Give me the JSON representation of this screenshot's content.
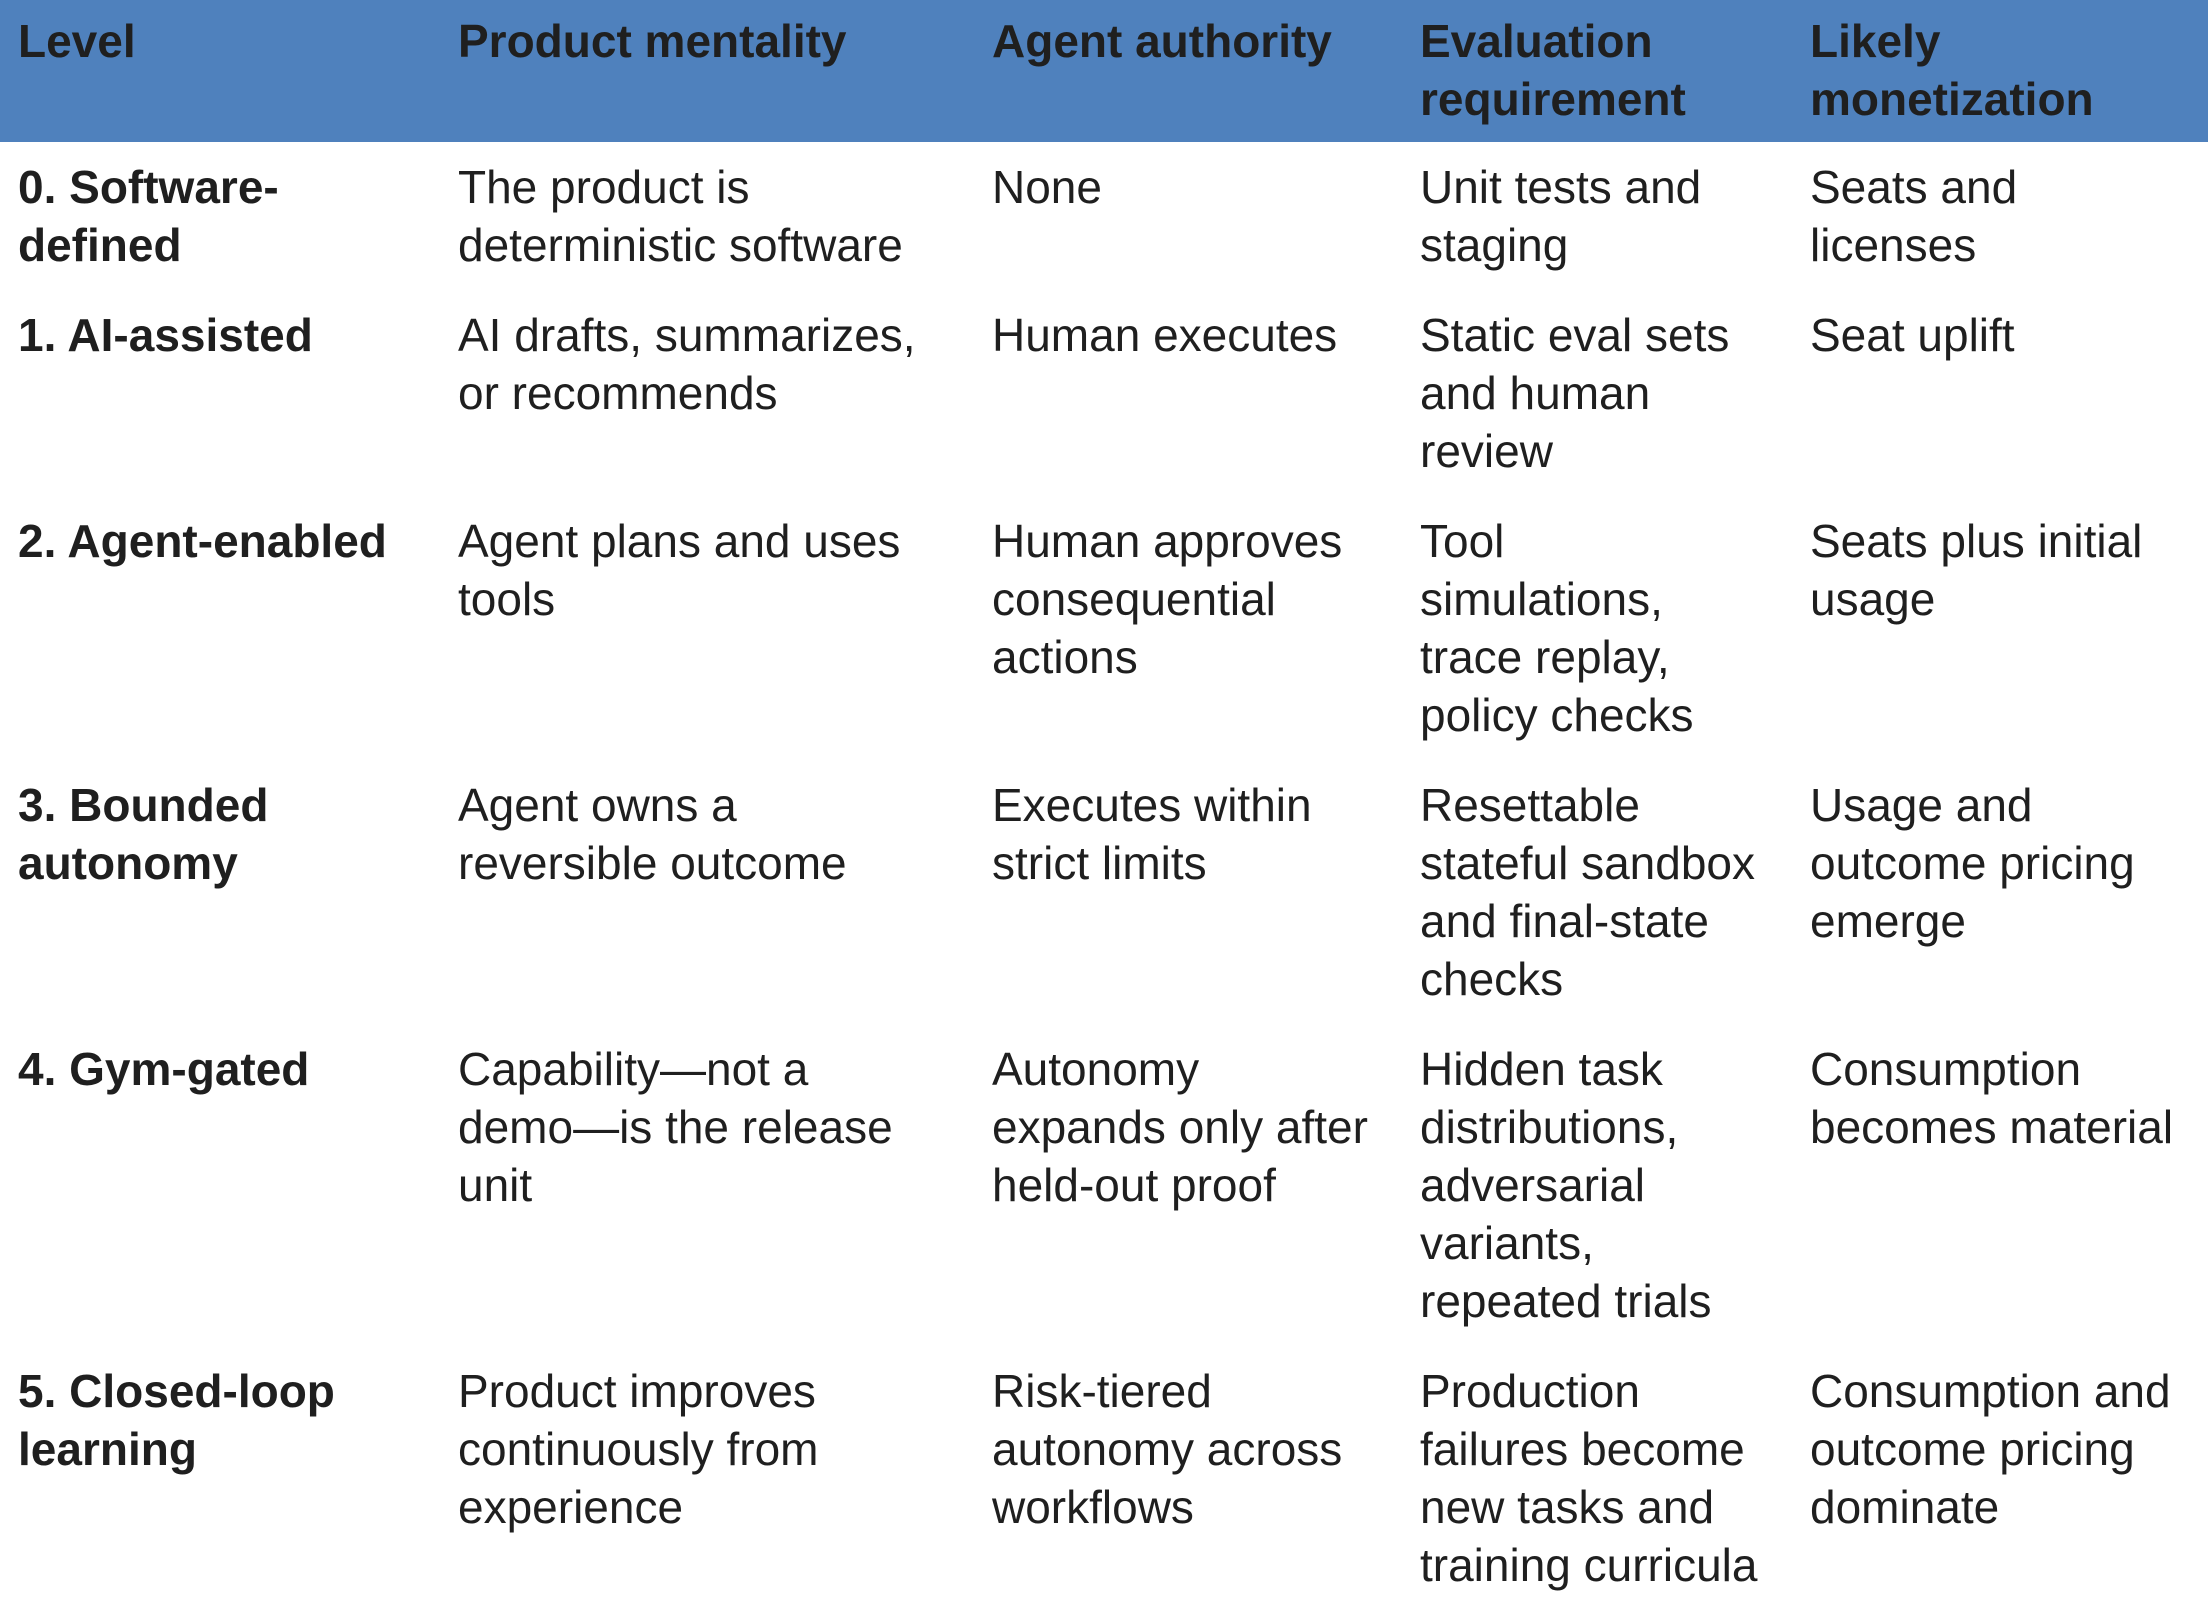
{
  "table": {
    "headers": [
      "Level",
      "Product mentality",
      "Agent authority",
      "Evaluation\nrequirement",
      "Likely\nmonetization"
    ],
    "rows": [
      {
        "level": "0. Software-\ndefined",
        "product_mentality": "The product is\ndeterministic software",
        "agent_authority": "None",
        "evaluation_requirement": "Unit tests and\nstaging",
        "likely_monetization": "Seats and\nlicenses"
      },
      {
        "level": "1. AI-assisted",
        "product_mentality": "AI drafts, summarizes,\nor recommends",
        "agent_authority": "Human executes",
        "evaluation_requirement": "Static eval sets\nand human\nreview",
        "likely_monetization": "Seat uplift"
      },
      {
        "level": "2. Agent-enabled",
        "product_mentality": "Agent plans and uses\ntools",
        "agent_authority": "Human approves\nconsequential\nactions",
        "evaluation_requirement": "Tool\nsimulations,\ntrace replay,\npolicy checks",
        "likely_monetization": "Seats plus initial\nusage"
      },
      {
        "level": "3. Bounded\nautonomy",
        "product_mentality": "Agent owns a\nreversible outcome",
        "agent_authority": "Executes within\nstrict limits",
        "evaluation_requirement": "Resettable\nstateful sandbox\nand final-state\nchecks",
        "likely_monetization": "Usage and\noutcome pricing\nemerge"
      },
      {
        "level": "4. Gym-gated",
        "product_mentality": "Capability—not a\ndemo—is the release\nunit",
        "agent_authority": "Autonomy\nexpands only after\nheld-out proof",
        "evaluation_requirement": "Hidden task\ndistributions,\nadversarial\nvariants,\nrepeated trials",
        "likely_monetization": "Consumption\nbecomes material"
      },
      {
        "level": "5. Closed-loop\nlearning",
        "product_mentality": "Product improves\ncontinuously from\nexperience",
        "agent_authority": "Risk-tiered\nautonomy across\nworkflows",
        "evaluation_requirement": "Production\nfailures become\nnew tasks and\ntraining curricula",
        "likely_monetization": "Consumption and\noutcome pricing\ndominate"
      }
    ]
  }
}
